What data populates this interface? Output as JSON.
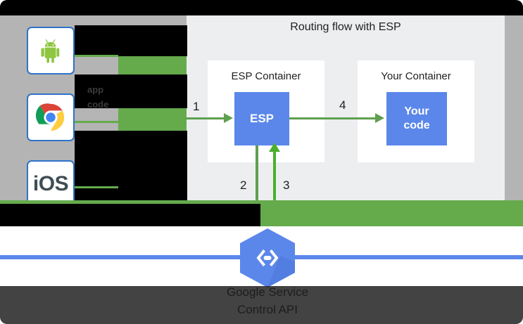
{
  "diagram": {
    "title": "Routing flow with ESP",
    "containers": [
      {
        "label": "ESP Container",
        "node": "ESP"
      },
      {
        "label": "Your Container",
        "node_line1": "Your",
        "node_line2": "code"
      }
    ],
    "step_numbers": [
      "1",
      "2",
      "3",
      "4"
    ],
    "colors": {
      "arrow_green": "#5fa04e",
      "arrow_green_bright": "#4caf2e",
      "node_blue": "#5b87ea",
      "panel_grey": "#eceef0",
      "backdrop_silver": "#b4b4b4",
      "band_green": "#65ab4c",
      "tile_border_blue": "#2f73c8"
    }
  },
  "platforms": [
    {
      "name": "Android",
      "icon": "android-icon"
    },
    {
      "name": "Chrome",
      "icon": "chrome-icon"
    },
    {
      "name": "iOS",
      "icon": "ios-icon",
      "text": "iOS"
    }
  ],
  "ghost_text": {
    "line1": "app",
    "line2": "code"
  },
  "footer": {
    "hexagon_icon": "code-hexagon-icon",
    "caption_line1": "Google Service",
    "caption_line2": "Control API"
  }
}
